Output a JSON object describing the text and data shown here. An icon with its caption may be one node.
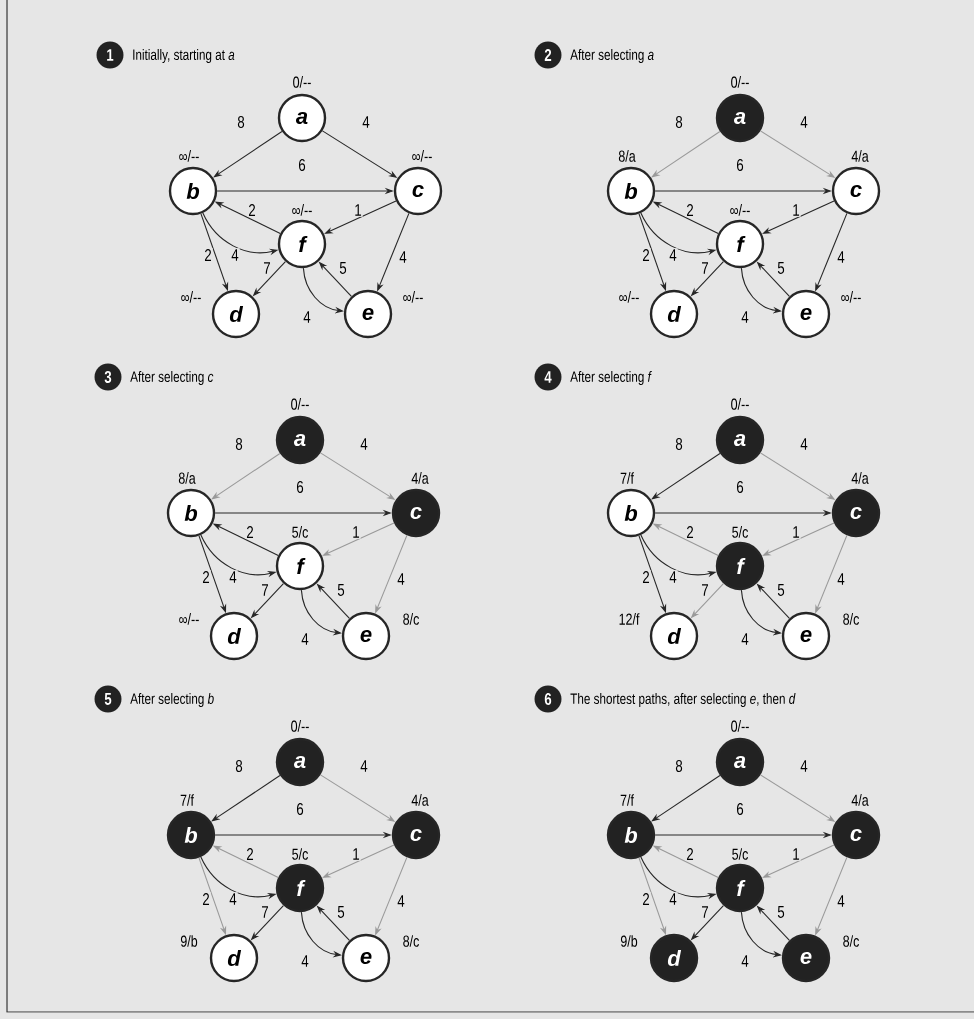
{
  "diagram": {
    "nodes": [
      {
        "text": [
          "1"
        ],
        "beside": [
          "Initially, starting at *a*"
        ]
      },
      {
        "text": [
          "a"
        ],
        "beside": [
          "0/--"
        ]
      },
      {
        "text": [
          "b"
        ],
        "beside": [
          "∞/--"
        ]
      },
      {
        "text": [
          "c"
        ],
        "beside": [
          "∞/--"
        ]
      },
      {
        "text": [
          "f"
        ],
        "beside": [
          "∞/--"
        ]
      },
      {
        "text": [
          "d"
        ],
        "beside": [
          "∞/--"
        ]
      },
      {
        "text": [
          "e"
        ],
        "beside": [
          "∞/--"
        ]
      },
      {
        "text": [
          "2"
        ],
        "beside": [
          "After selecting *a*"
        ]
      },
      {
        "text": [
          "a"
        ],
        "beside": [
          "0/--"
        ]
      },
      {
        "text": [
          "b"
        ],
        "beside": [
          "8/a"
        ]
      },
      {
        "text": [
          "c"
        ],
        "beside": [
          "4/a"
        ]
      },
      {
        "text": [
          "f"
        ],
        "beside": [
          "∞/--"
        ]
      },
      {
        "text": [
          "d"
        ],
        "beside": [
          "∞/--"
        ]
      },
      {
        "text": [
          "e"
        ],
        "beside": [
          "∞/--"
        ]
      },
      {
        "text": [
          "3"
        ],
        "beside": [
          "After selecting *c*"
        ]
      },
      {
        "text": [
          "a"
        ],
        "beside": [
          "0/--"
        ]
      },
      {
        "text": [
          "b"
        ],
        "beside": [
          "8/a"
        ]
      },
      {
        "text": [
          "c"
        ],
        "beside": [
          "4/a"
        ]
      },
      {
        "text": [
          "f"
        ],
        "beside": [
          "5/c"
        ]
      },
      {
        "text": [
          "d"
        ],
        "beside": [
          "∞/--"
        ]
      },
      {
        "text": [
          "e"
        ],
        "beside": [
          "8/c"
        ]
      },
      {
        "text": [
          "4"
        ],
        "beside": [
          "After selecting *f*"
        ]
      },
      {
        "text": [
          "a"
        ],
        "beside": [
          "0/--"
        ]
      },
      {
        "text": [
          "b"
        ],
        "beside": [
          "7/f"
        ]
      },
      {
        "text": [
          "c"
        ],
        "beside": [
          "4/a"
        ]
      },
      {
        "text": [
          "f"
        ],
        "beside": [
          "5/c"
        ]
      },
      {
        "text": [
          "d"
        ],
        "beside": [
          "12/f"
        ]
      },
      {
        "text": [
          "e"
        ],
        "beside": [
          "8/c"
        ]
      },
      {
        "text": [
          "5"
        ],
        "beside": [
          "After selecting *b*"
        ]
      },
      {
        "text": [
          "a"
        ],
        "beside": [
          "0/--"
        ]
      },
      {
        "text": [
          "b"
        ],
        "beside": [
          "7/f"
        ]
      },
      {
        "text": [
          "c"
        ],
        "beside": [
          "4/a"
        ]
      },
      {
        "text": [
          "f"
        ],
        "beside": [
          "5/c"
        ]
      },
      {
        "text": [
          "d"
        ],
        "beside": [
          "9/b"
        ]
      },
      {
        "text": [
          "e"
        ],
        "beside": [
          "8/c"
        ]
      },
      {
        "text": [
          "6"
        ],
        "beside": [
          "The shortest paths, after selecting *e*, then *d*"
        ]
      },
      {
        "text": [
          "a"
        ],
        "beside": [
          "0/--"
        ]
      },
      {
        "text": [
          "b"
        ],
        "beside": [
          "7/f"
        ]
      },
      {
        "text": [
          "c"
        ],
        "beside": [
          "4/a"
        ]
      },
      {
        "text": [
          "f"
        ],
        "beside": [
          "5/c"
        ]
      },
      {
        "text": [
          "d"
        ],
        "beside": [
          "9/b"
        ]
      },
      {
        "text": [
          "e"
        ],
        "beside": [
          "8/c"
        ]
      }
    ],
    "edges": [
      {
        "from": 1,
        "to": 2,
        "arrow": "to",
        "label": "8"
      },
      {
        "from": 1,
        "to": 3,
        "arrow": "to",
        "label": "4"
      },
      {
        "from": 2,
        "to": 3,
        "arrow": "to",
        "label": "6"
      },
      {
        "from": 4,
        "to": 2,
        "arrow": "to",
        "label": "2"
      },
      {
        "from": 3,
        "to": 4,
        "arrow": "to",
        "label": "1"
      },
      {
        "from": 2,
        "to": 4,
        "arrow": "to",
        "label": "4"
      },
      {
        "from": 2,
        "to": 5,
        "arrow": "to",
        "label": "2"
      },
      {
        "from": 4,
        "to": 5,
        "arrow": "to",
        "label": "7"
      },
      {
        "from": 3,
        "to": 6,
        "arrow": "to",
        "label": "4"
      },
      {
        "from": 6,
        "to": 4,
        "arrow": "to",
        "label": "5"
      },
      {
        "from": 4,
        "to": 6,
        "arrow": "to",
        "label": "4"
      },
      {
        "from": 8,
        "to": 9,
        "arrow": "to",
        "label": "8",
        "color": "#999999"
      },
      {
        "from": 8,
        "to": 10,
        "arrow": "to",
        "label": "4",
        "color": "#999999"
      },
      {
        "from": 9,
        "to": 10,
        "arrow": "to",
        "label": "6"
      },
      {
        "from": 11,
        "to": 9,
        "arrow": "to",
        "label": "2"
      },
      {
        "from": 10,
        "to": 11,
        "arrow": "to",
        "label": "1"
      },
      {
        "from": 9,
        "to": 11,
        "arrow": "to",
        "label": "4"
      },
      {
        "from": 9,
        "to": 12,
        "arrow": "to",
        "label": "2"
      },
      {
        "from": 11,
        "to": 12,
        "arrow": "to",
        "label": "7"
      },
      {
        "from": 10,
        "to": 13,
        "arrow": "to",
        "label": "4"
      },
      {
        "from": 13,
        "to": 11,
        "arrow": "to",
        "label": "5"
      },
      {
        "from": 11,
        "to": 13,
        "arrow": "to",
        "label": "4"
      },
      {
        "from": 15,
        "to": 16,
        "arrow": "to",
        "label": "8",
        "color": "#999999"
      },
      {
        "from": 15,
        "to": 17,
        "arrow": "to",
        "label": "4",
        "color": "#999999"
      },
      {
        "from": 16,
        "to": 17,
        "arrow": "to",
        "label": "6"
      },
      {
        "from": 18,
        "to": 16,
        "arrow": "to",
        "label": "2"
      },
      {
        "from": 17,
        "to": 18,
        "arrow": "to",
        "label": "1",
        "color": "#999999"
      },
      {
        "from": 16,
        "to": 18,
        "arrow": "to",
        "label": "4"
      },
      {
        "from": 16,
        "to": 19,
        "arrow": "to",
        "label": "2"
      },
      {
        "from": 18,
        "to": 19,
        "arrow": "to",
        "label": "7"
      },
      {
        "from": 17,
        "to": 20,
        "arrow": "to",
        "label": "4",
        "color": "#999999"
      },
      {
        "from": 20,
        "to": 18,
        "arrow": "to",
        "label": "5"
      },
      {
        "from": 18,
        "to": 20,
        "arrow": "to",
        "label": "4"
      },
      {
        "from": 22,
        "to": 23,
        "arrow": "to",
        "label": "8"
      },
      {
        "from": 22,
        "to": 24,
        "arrow": "to",
        "label": "4",
        "color": "#999999"
      },
      {
        "from": 23,
        "to": 24,
        "arrow": "to",
        "label": "6"
      },
      {
        "from": 25,
        "to": 23,
        "arrow": "to",
        "label": "2",
        "color": "#999999"
      },
      {
        "from": 24,
        "to": 25,
        "arrow": "to",
        "label": "1",
        "color": "#999999"
      },
      {
        "from": 23,
        "to": 25,
        "arrow": "to",
        "label": "4"
      },
      {
        "from": 23,
        "to": 26,
        "arrow": "to",
        "label": "2"
      },
      {
        "from": 25,
        "to": 26,
        "arrow": "to",
        "label": "7",
        "color": "#999999"
      },
      {
        "from": 24,
        "to": 27,
        "arrow": "to",
        "label": "4",
        "color": "#999999"
      },
      {
        "from": 27,
        "to": 25,
        "arrow": "to",
        "label": "5"
      },
      {
        "from": 25,
        "to": 27,
        "arrow": "to",
        "label": "4"
      },
      {
        "from": 29,
        "to": 30,
        "arrow": "to",
        "label": "8"
      },
      {
        "from": 29,
        "to": 31,
        "arrow": "to",
        "label": "4",
        "color": "#999999"
      },
      {
        "from": 30,
        "to": 31,
        "arrow": "to",
        "label": "6"
      },
      {
        "from": 32,
        "to": 30,
        "arrow": "to",
        "label": "2",
        "color": "#999999"
      },
      {
        "from": 31,
        "to": 32,
        "arrow": "to",
        "label": "1",
        "color": "#999999"
      },
      {
        "from": 30,
        "to": 32,
        "arrow": "to",
        "label": "4"
      },
      {
        "from": 30,
        "to": 33,
        "arrow": "to",
        "label": "2",
        "color": "#999999"
      },
      {
        "from": 32,
        "to": 33,
        "arrow": "to",
        "label": "7"
      },
      {
        "from": 31,
        "to": 34,
        "arrow": "to",
        "label": "4",
        "color": "#999999"
      },
      {
        "from": 34,
        "to": 32,
        "arrow": "to",
        "label": "5"
      },
      {
        "from": 32,
        "to": 34,
        "arrow": "to",
        "label": "4"
      },
      {
        "from": 36,
        "to": 37,
        "arrow": "to",
        "label": "8"
      },
      {
        "from": 36,
        "to": 38,
        "arrow": "to",
        "label": "4",
        "color": "#999999"
      },
      {
        "from": 37,
        "to": 38,
        "arrow": "to",
        "label": "6"
      },
      {
        "from": 39,
        "to": 37,
        "arrow": "to",
        "label": "2",
        "color": "#999999"
      },
      {
        "from": 38,
        "to": 39,
        "arrow": "to",
        "label": "1",
        "color": "#999999"
      },
      {
        "from": 37,
        "to": 39,
        "arrow": "to",
        "label": "4"
      },
      {
        "from": 37,
        "to": 40,
        "arrow": "to",
        "label": "2",
        "color": "#999999"
      },
      {
        "from": 39,
        "to": 40,
        "arrow": "to",
        "label": "7"
      },
      {
        "from": 38,
        "to": 41,
        "arrow": "to",
        "label": "4",
        "color": "#999999"
      },
      {
        "from": 41,
        "to": 39,
        "arrow": "to",
        "label": "5"
      },
      {
        "from": 39,
        "to": 41,
        "arrow": "to",
        "label": "4"
      }
    ]
  }
}
